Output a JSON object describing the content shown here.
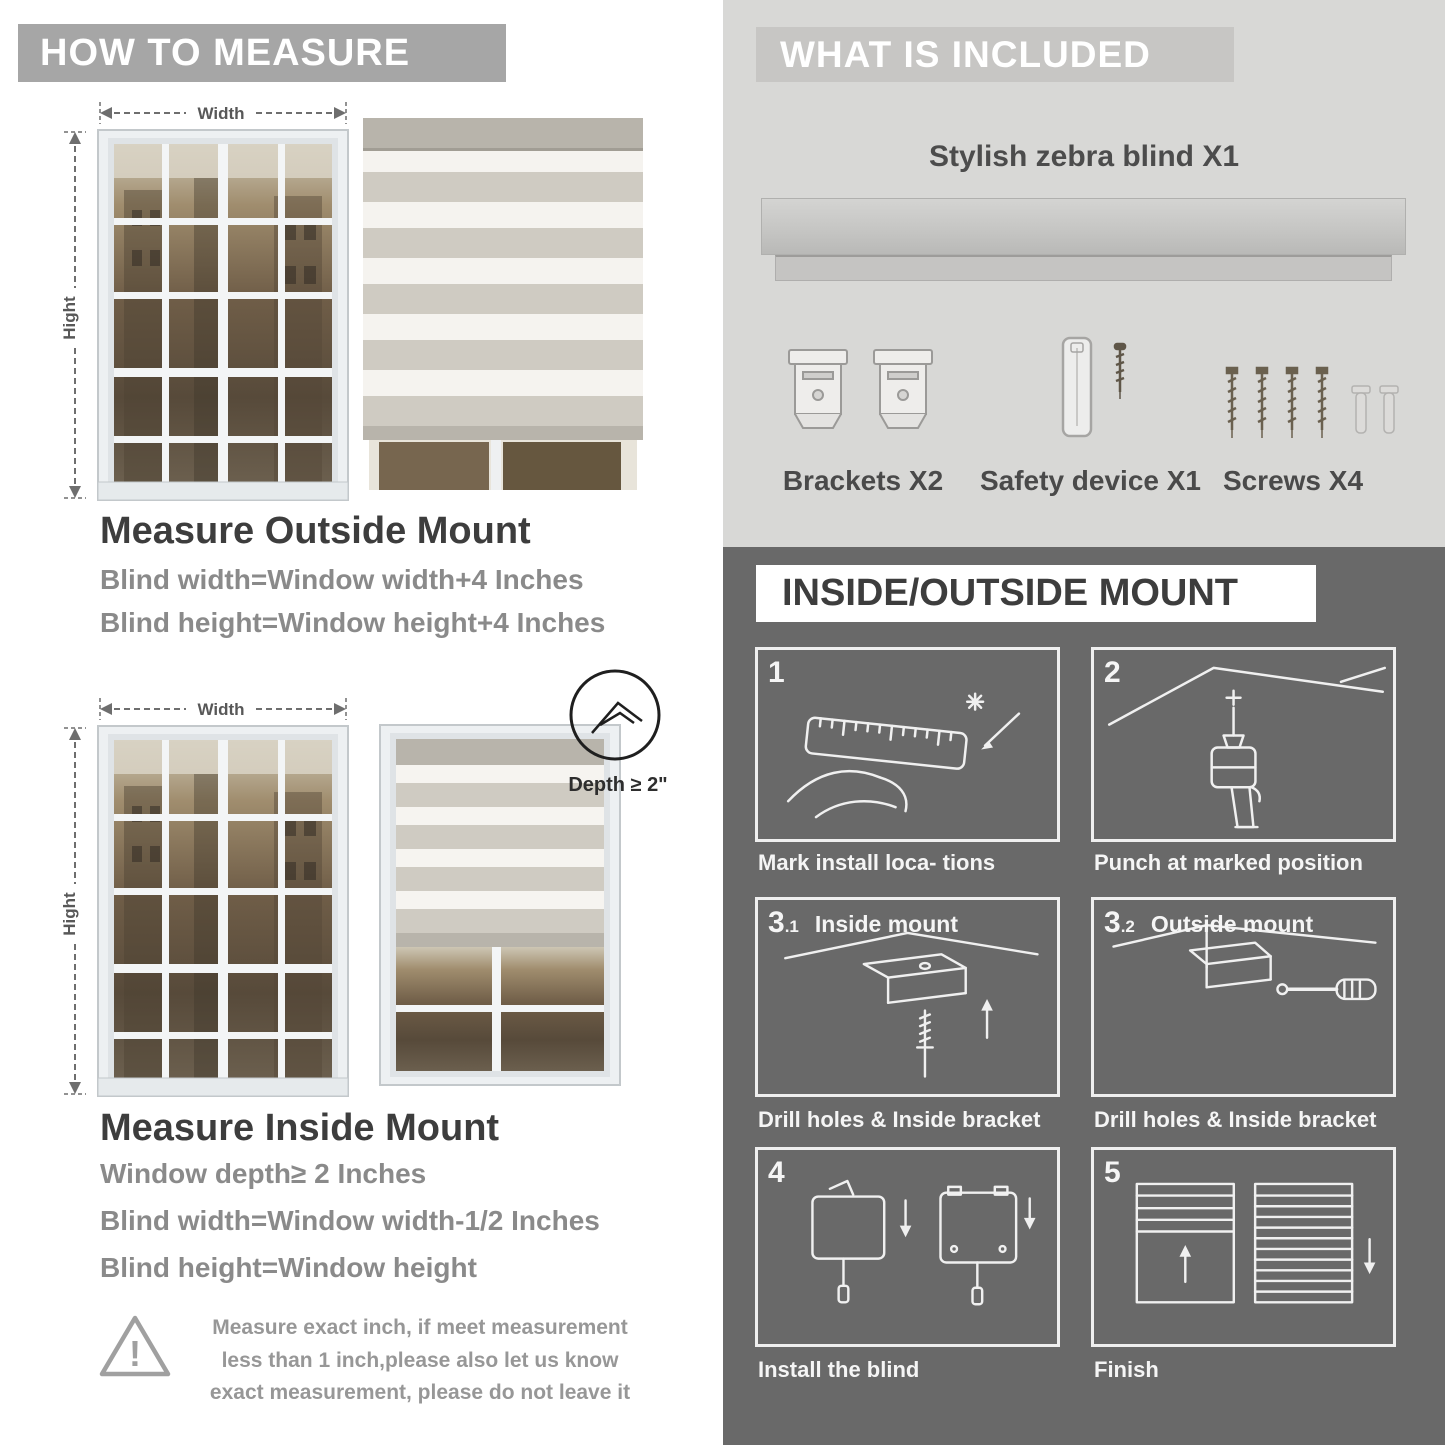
{
  "left": {
    "header": "HOW TO MEASURE",
    "outside": {
      "width_label": "Width",
      "height_label": "Hight",
      "heading": "Measure Outside Mount",
      "lines": [
        "Blind width=Window width+4 Inches",
        "Blind height=Window height+4 Inches"
      ]
    },
    "inside": {
      "width_label": "Width",
      "height_label": "Hight",
      "depth_label": "Depth ≥ 2\"",
      "heading": "Measure Inside Mount",
      "lines": [
        "Window depth≥ 2 Inches",
        "Blind width=Window width-1/2 Inches",
        "Blind height=Window height"
      ]
    },
    "warning_icon": "!",
    "warning": "Measure exact inch, if meet measurement less than 1 inch,please also let us know exact measurement, please do not leave it"
  },
  "right": {
    "included": {
      "header": "WHAT IS INCLUDED",
      "product": "Stylish zebra blind X1",
      "items": [
        "Brackets X2",
        "Safety device X1",
        "Screws X4"
      ]
    },
    "mount": {
      "header": "INSIDE/OUTSIDE MOUNT",
      "steps": [
        {
          "num": "1",
          "caption": "Mark install loca- tions"
        },
        {
          "num": "2",
          "caption": "Punch at  marked position"
        },
        {
          "num": "3",
          "sub": ".1",
          "title": "Inside mount",
          "caption": "Drill holes &  Inside bracket"
        },
        {
          "num": "3",
          "sub": ".2",
          "title": "Outside mount",
          "caption": "Drill holes &  Inside bracket"
        },
        {
          "num": "4",
          "caption": "Install the blind"
        },
        {
          "num": "5",
          "caption": "Finish"
        }
      ]
    }
  },
  "colors": {
    "left_banner": "#a6a6a6",
    "included_bg": "#d8d8d6",
    "included_banner": "#c7c6c4",
    "dark_bg": "#696969",
    "heading_text": "#3d3d3d",
    "body_text": "#8a8a8a"
  }
}
